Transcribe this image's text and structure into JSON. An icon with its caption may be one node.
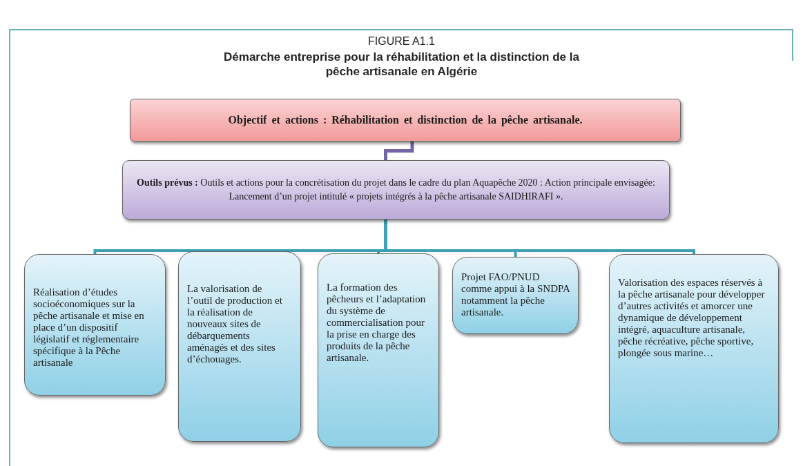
{
  "diagram": {
    "title": "Démarche entreprise pour la réhabilitation et la distinction de la pêche artisanale en Algérie",
    "labels": [
      "FIGURE A1.1"
    ],
    "nodes": [
      {
        "text": [
          "Objectif et actions : Réhabilitation et distinction de la pêche artisanale."
        ]
      },
      {
        "text": [
          "**Outils prévus :** Outils et actions pour la concrétisation du projet dans le cadre du plan Aquapêche 2020 : Action principale envisagée: Lancement d’un projet intitulé « projets intégrés à la pêche artisanale SAIDHIRAFI »."
        ]
      },
      {
        "text": [
          "Réalisation d’études socioéconomiques sur la pêche artisanale et mise en place d’un dispositif législatif et réglementaire spécifique à la Pêche artisanale"
        ]
      },
      {
        "text": [
          "La valorisation de l’outil de production et la réalisation de nouveaux sites de débarquements aménagés et des sites d’échouages."
        ]
      },
      {
        "text": [
          "La formation des pêcheurs et l’adaptation du système de commercialisation pour la prise en charge des produits de la pêche artisanale."
        ]
      },
      {
        "text": [
          "Projet FAO/PNUD comme appui à la SNDPA notamment la pêche artisanale."
        ]
      },
      {
        "text": [
          "Valorisation des espaces réservés à la pêche artisanale pour développer d’autres activités et amorcer une dynamique de développement intégré, aquaculture artisanale, pêche récréative, pêche sportive, plongée sous marine…"
        ]
      }
    ],
    "edges": [
      {
        "from": 0,
        "to": 1,
        "arrow": "none",
        "color": "#7566a8"
      },
      {
        "from": 1,
        "to": 2,
        "arrow": "none"
      },
      {
        "from": 1,
        "to": 3,
        "arrow": "none"
      },
      {
        "from": 1,
        "to": 4,
        "arrow": "none"
      },
      {
        "from": 1,
        "to": 5,
        "arrow": "none"
      },
      {
        "from": 1,
        "to": 6,
        "arrow": "none"
      }
    ]
  }
}
